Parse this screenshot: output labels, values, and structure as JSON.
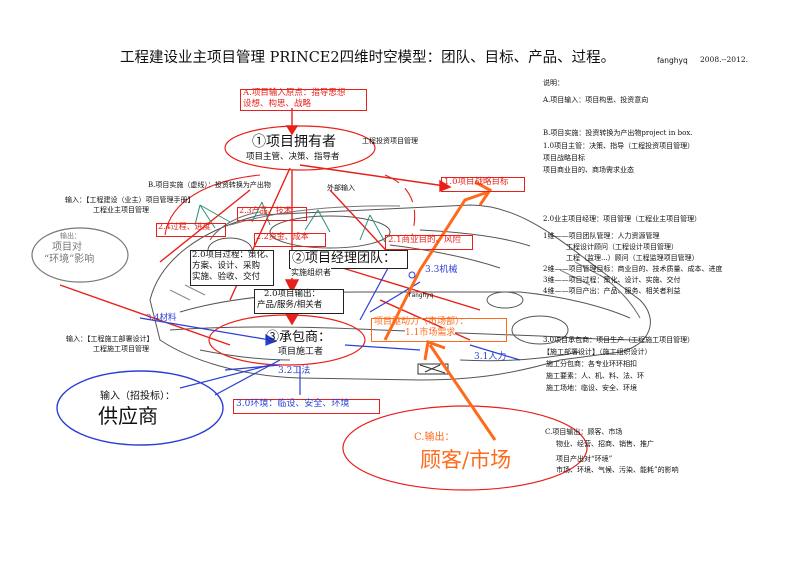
{
  "title": "工程建设业主项目管理 PRINCE2四维时空模型：团队、目标、产品、过程。",
  "author": "fanghyq",
  "date": "2008.--2012.",
  "input_origin": [
    "A.项目输入原点：指导思想",
    "设想、构思、战略"
  ],
  "owner": {
    "title": "①项目拥有者",
    "sub": "项目主管、决策、指导者"
  },
  "owner_note": "工程投资项目管理",
  "b_implement": "B.项目实施（虚线）：投资转换为产出物",
  "external_input": "外部输入",
  "goal_1": "1.0项目战略目标",
  "input_owner": [
    "输入：【工程建设（业主）项目管理手册】",
    "工程业主项目管理"
  ],
  "label_33": "2.3产品、技术",
  "label_24": "2.4过程、进度",
  "label_22": "2.2资金、成本",
  "label_21": "2.1商业目的、风险",
  "output_circle": [
    "输出：",
    "项目对",
    "“环境”影响"
  ],
  "pm_team": "②项目经理团队：",
  "pm_team_sub": "实施组织者",
  "process_20": [
    "2.0项目过程：策化、",
    "方案、设计、采购",
    "实施、验收、交付"
  ],
  "machine": "3.3机械",
  "fanghyq_small": "fanghyq",
  "output_20": [
    "2.0项目输出：",
    "产品/服务/相关者"
  ],
  "materials": "3.4材料",
  "driver": [
    "项目驱动力（市场部）：",
    "1.1市场需求"
  ],
  "input_contractor": [
    "输入：【工程施工部署设计】",
    "工程施工项目管理"
  ],
  "contractor": {
    "title": "③承包商：",
    "sub": "项目施工者"
  },
  "method": "3.2工法",
  "labor": "3.1人力",
  "environment": "3.0环境：临设、安全、环境",
  "supplier_input": "输入（招投标）：",
  "supplier": "供应商",
  "c_output": "C.输出：",
  "customer": "顾客/市场",
  "right": {
    "heading": "说明：",
    "a": "A.项目输入：项目构思、投资意向",
    "b_title": "B.项目实施：投资转换为产出物project in box.",
    "b_lines": [
      "1.0项目主管：决策、指导（工程投资项目管理）",
      "项目战略目标",
      "项目商业目的、商场需求业态"
    ],
    "c20_title": "2.0业主项目经理：项目管理（工程业主项目管理）",
    "c20_lines": [
      "1维——项目团队管理：人力资源管理",
      "工程设计顾问（工程设计项目管理）",
      "工程（监理...）顾问（工程监理项目管理）",
      "2维——项目管理目标：商业目的、技术质量、成本、进度",
      "3维——项目过程：策化、设计、实施、交付",
      "4维——项目产出：产品、服务、相关者利益"
    ],
    "c30_title": "3.0项目承包商：项目生产（工程施工项目管理）",
    "c30_lines": [
      "【施工部署设计】（施工组织设计）",
      "施工分包商：各专业环环相扣",
      "施工要素：人、机、料、法、环",
      "施工场地：临设、安全、环境"
    ],
    "c_title": "C.项目输出：顾客、市场",
    "c_lines": [
      "物业、经营、招商、销售、推广",
      "项目产出对“环境”",
      "市场、环境、气候、污染、能耗”的影响"
    ]
  }
}
